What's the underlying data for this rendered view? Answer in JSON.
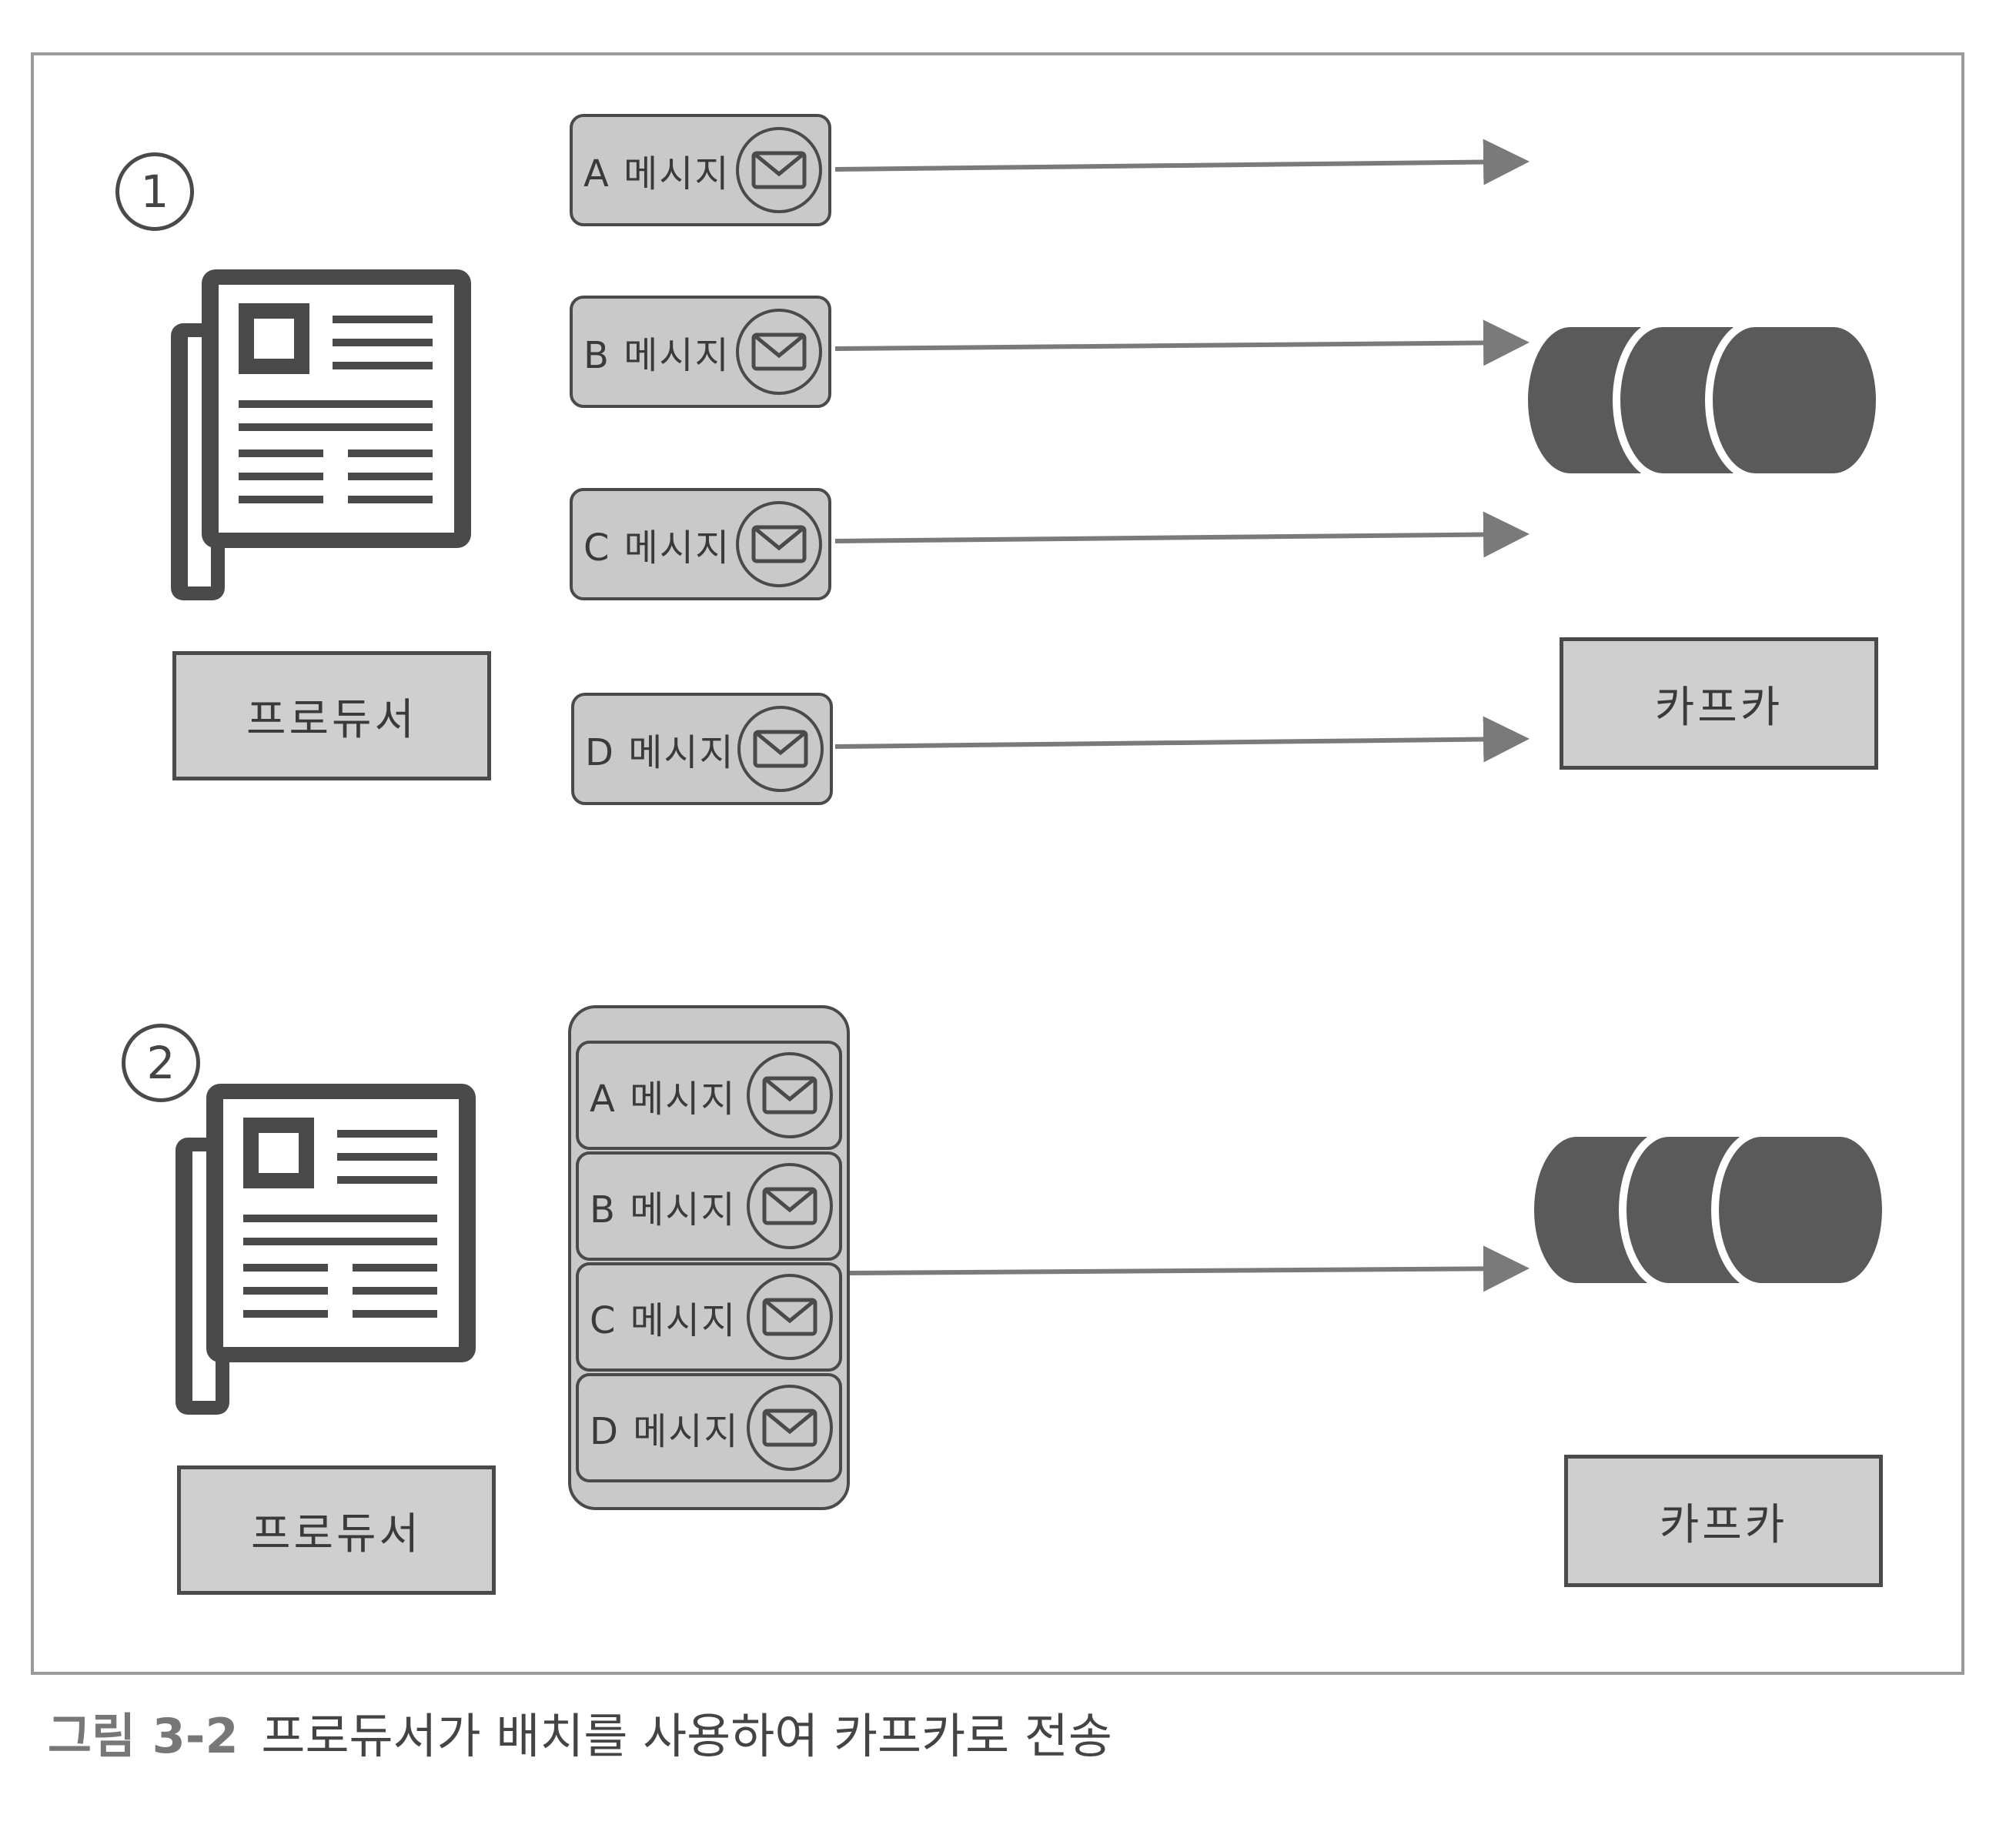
{
  "panel1": {
    "step": "1",
    "producer_label": "프로듀서",
    "kafka_label": "카프카",
    "messages": [
      "A 메시지",
      "B 메시지",
      "C 메시지",
      "D 메시지"
    ]
  },
  "panel2": {
    "step": "2",
    "producer_label": "프로듀서",
    "kafka_label": "카프카",
    "messages": [
      "A 메시지",
      "B 메시지",
      "C 메시지",
      "D 메시지"
    ]
  },
  "caption": {
    "number": "그림 3-2",
    "text": "프로듀서가 배치를 사용하여 카프카로 전송"
  },
  "icons": [
    "newspaper-icon",
    "envelope-icon",
    "kafka-cluster-icon"
  ],
  "colors": {
    "box_fill": "#cfcfcf",
    "outline": "#4a4a4a",
    "cylinder": "#5a5a5a",
    "arrow": "#7a7a7a"
  }
}
